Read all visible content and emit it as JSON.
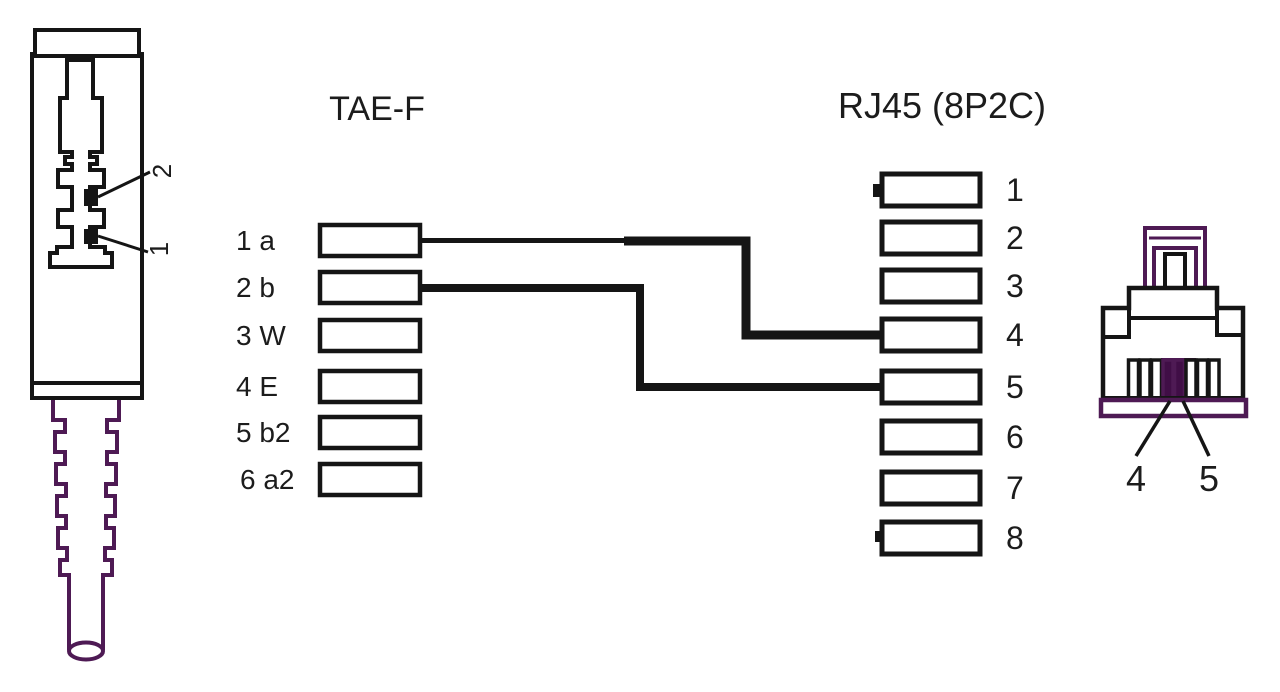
{
  "titles": {
    "tae": "TAE-F",
    "rj45": "RJ45 (8P2C)"
  },
  "tae_pins": [
    {
      "label": "1 a"
    },
    {
      "label": "2 b"
    },
    {
      "label": "3 W"
    },
    {
      "label": "4 E"
    },
    {
      "label": "5 b2"
    },
    {
      "label": "6 a2"
    }
  ],
  "rj45_pins": [
    {
      "label": "1"
    },
    {
      "label": "2"
    },
    {
      "label": "3"
    },
    {
      "label": "4"
    },
    {
      "label": "5"
    },
    {
      "label": "6"
    },
    {
      "label": "7"
    },
    {
      "label": "8"
    }
  ],
  "left_plug": {
    "contact_top": "2",
    "contact_bottom": "1"
  },
  "right_plug": {
    "pin_left": "4",
    "pin_right": "5"
  },
  "connections": [
    {
      "from": "TAE 1 a",
      "to": "RJ45 4"
    },
    {
      "from": "TAE 2 b",
      "to": "RJ45 5"
    }
  ],
  "colors": {
    "line": "#151515",
    "purple": "#4e1a54",
    "pin_dark": "#400e46"
  }
}
